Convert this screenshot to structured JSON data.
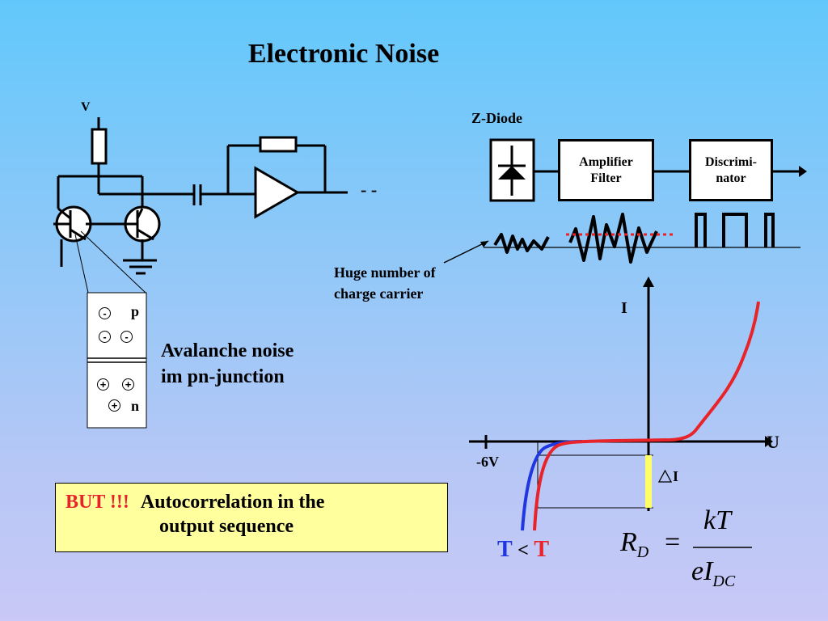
{
  "slide": {
    "title": "Electronic Noise"
  },
  "circuit": {
    "voltage_label": "V",
    "output_dashes": "- -"
  },
  "pn_junction": {
    "p_label": "p",
    "n_label": "n",
    "holes": [
      "-",
      "-",
      "-"
    ],
    "electrons": [
      "+",
      "+",
      "+"
    ],
    "caption_line1": "Avalanche noise",
    "caption_line2": "im pn-junction"
  },
  "block_diagram": {
    "zdiode_label": "Z-Diode",
    "amplifier_line1": "Amplifier",
    "amplifier_line2": "Filter",
    "discriminator_line1": "Discrimi-",
    "discriminator_line2": "nator",
    "carrier_note_line1": "Huge number of",
    "carrier_note_line2": "charge carrier"
  },
  "iv_curve": {
    "i_axis": "I",
    "u_axis": "U",
    "breakdown_voltage": "-6V",
    "delta_i": "I",
    "temp_compare": {
      "t1": "T",
      "lt": "<",
      "t2": "T"
    },
    "formula": {
      "lhs": "R",
      "lhs_sub": "D",
      "eq": "=",
      "num": "kT",
      "den": "eI",
      "den_sub": "DC"
    },
    "colors": {
      "cold": "#1f36e0",
      "hot": "#e8232a",
      "delta": "#ffff66"
    }
  },
  "note": {
    "but": "BUT  !!!",
    "line1": "Autocorrelation in the",
    "line2": "output sequence"
  }
}
